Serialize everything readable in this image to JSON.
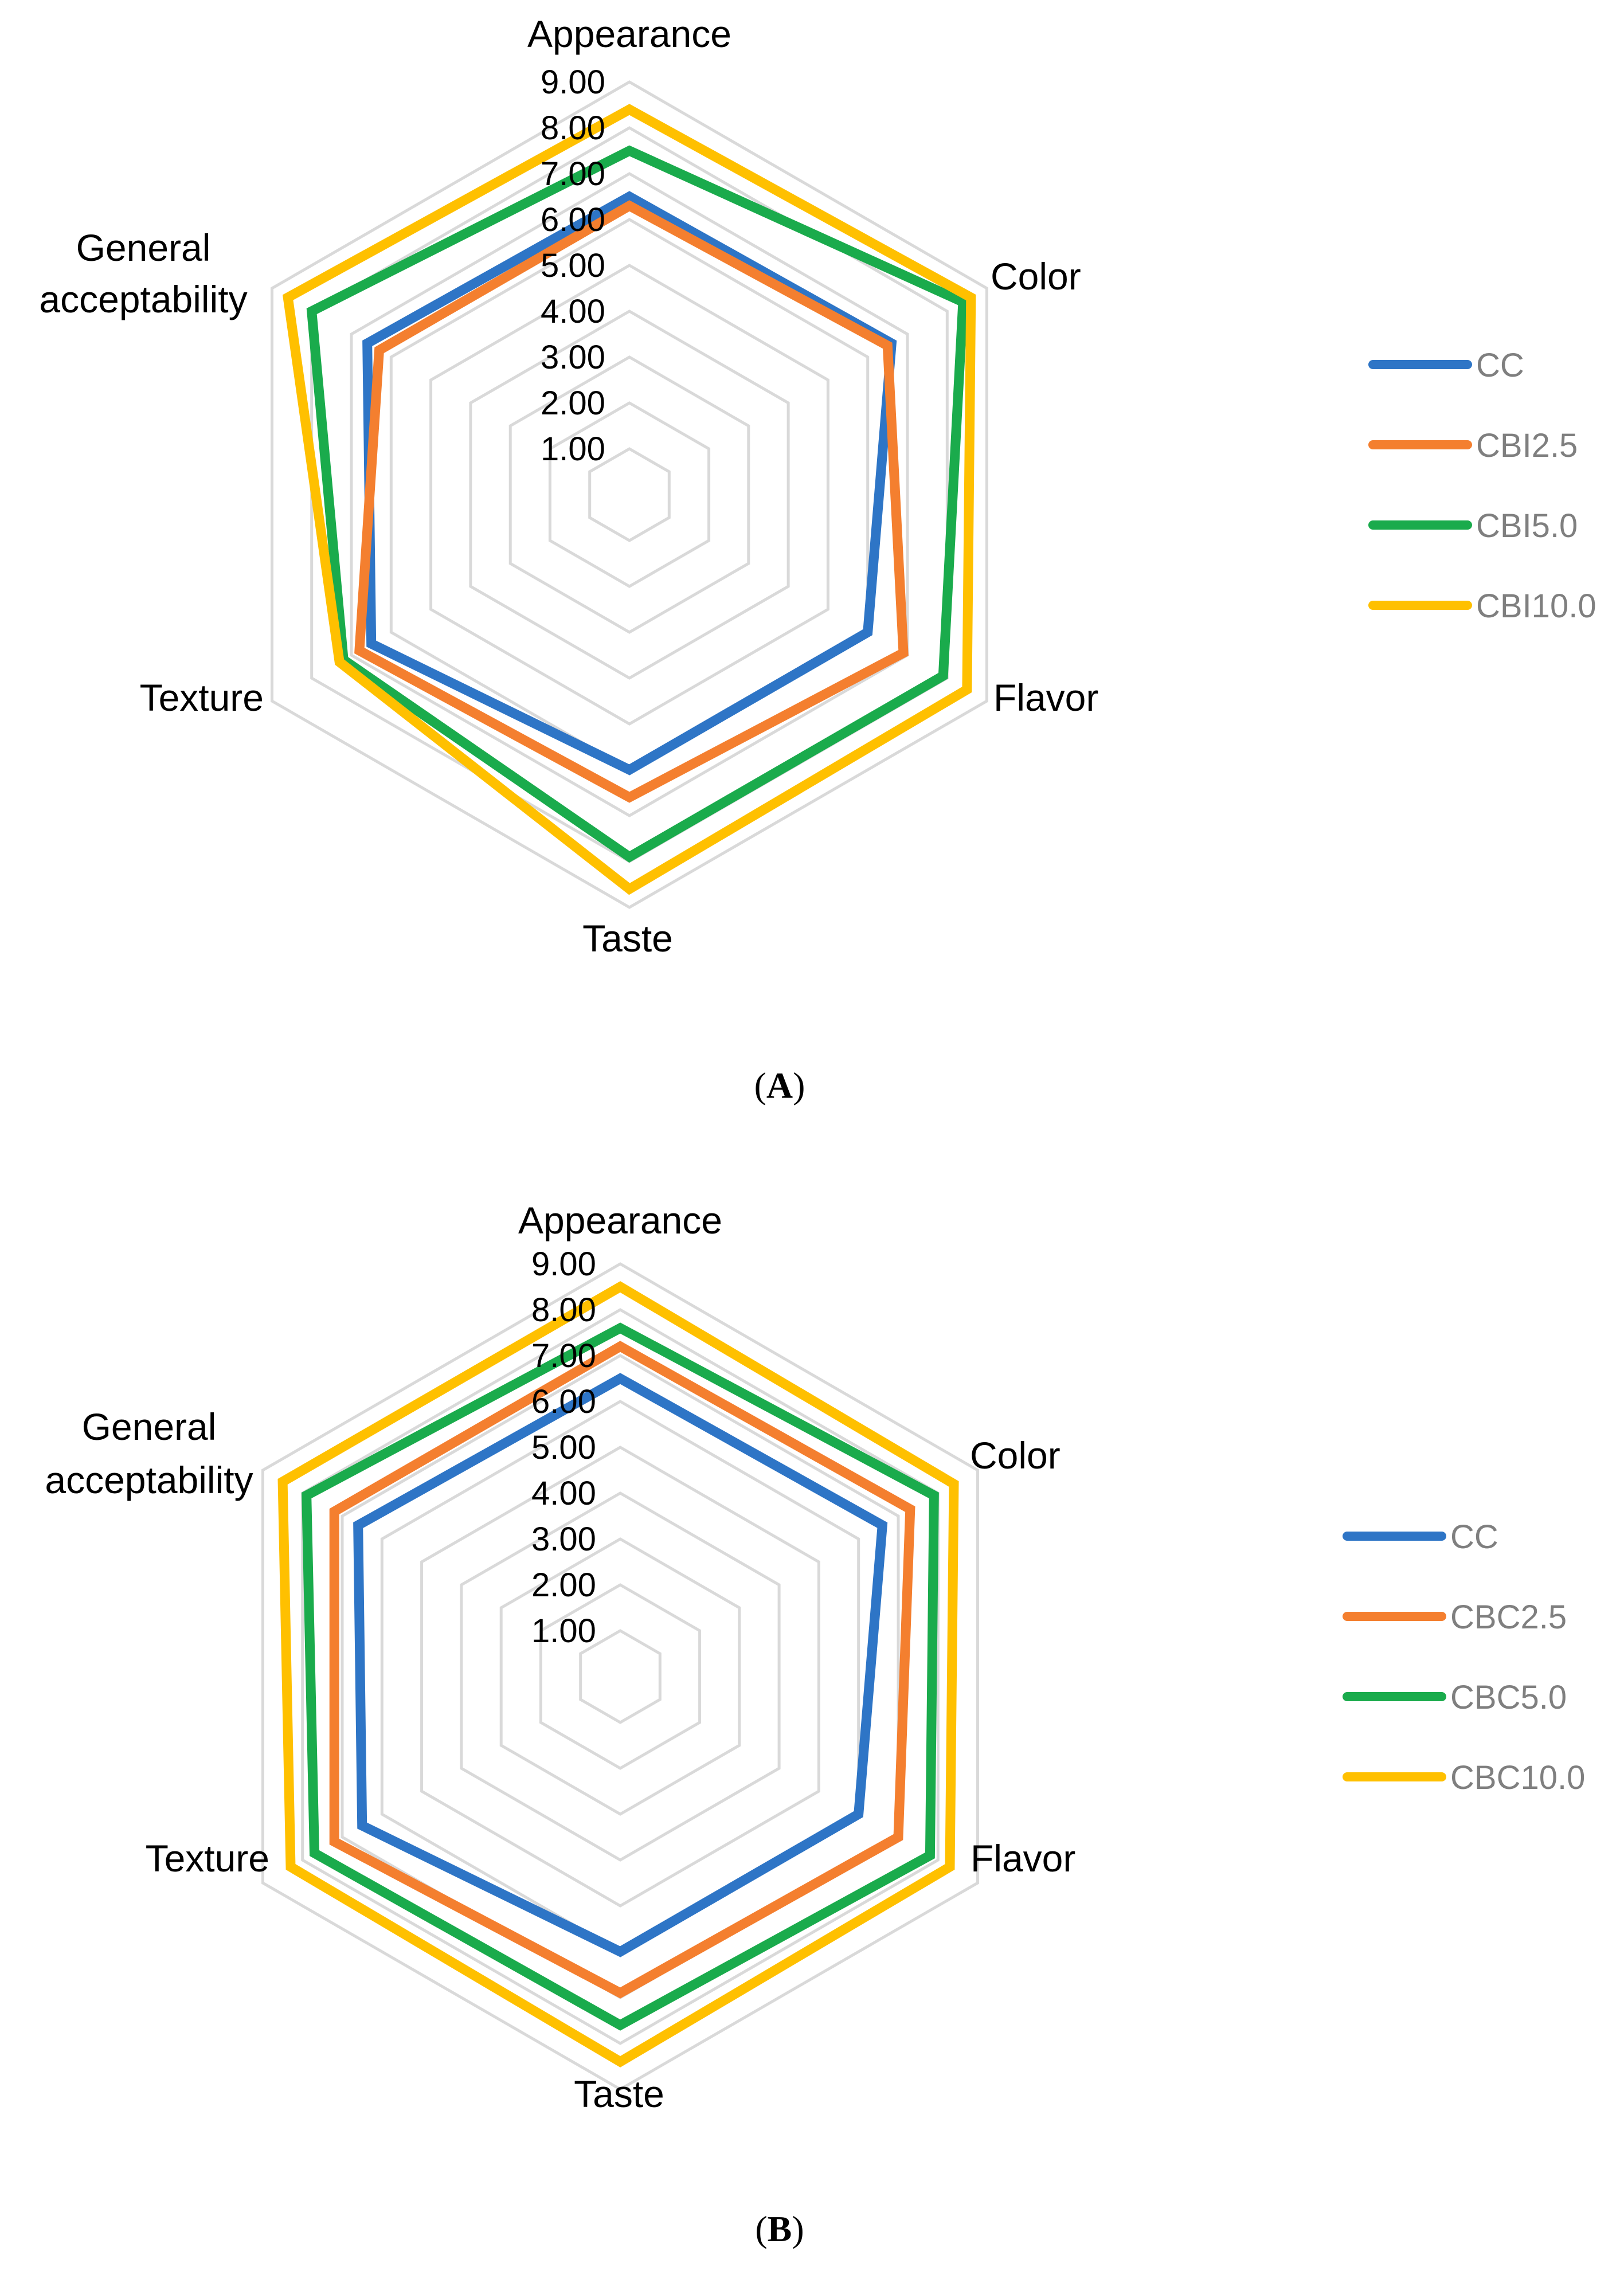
{
  "chart_data": [
    {
      "type": "radar",
      "panel_label": "A",
      "axes": [
        "Appearance",
        "Color",
        "Flavor",
        "Taste",
        "Texture",
        "General acceptability"
      ],
      "ticks": [
        "1.00",
        "2.00",
        "3.00",
        "4.00",
        "5.00",
        "6.00",
        "7.00",
        "8.00",
        "9.00"
      ],
      "rlim": [
        0,
        9
      ],
      "grid": true,
      "legend": "right",
      "series": [
        {
          "name": "CC",
          "color": "#2e75c6",
          "values": [
            6.5,
            6.6,
            6.0,
            6.0,
            6.5,
            6.6
          ]
        },
        {
          "name": "CBI2.5",
          "color": "#f47f2f",
          "values": [
            6.3,
            6.5,
            6.9,
            6.6,
            6.8,
            6.3
          ]
        },
        {
          "name": "CBI5.0",
          "color": "#1aab4c",
          "values": [
            7.5,
            8.4,
            7.9,
            7.9,
            7.2,
            8.0
          ]
        },
        {
          "name": "CBI10.0",
          "color": "#ffc000",
          "values": [
            8.4,
            8.6,
            8.5,
            8.6,
            7.3,
            8.6
          ]
        }
      ]
    },
    {
      "type": "radar",
      "panel_label": "B",
      "axes": [
        "Appearance",
        "Color",
        "Flavor",
        "Taste",
        "Texture",
        "General acceptability"
      ],
      "ticks": [
        "1.00",
        "2.00",
        "3.00",
        "4.00",
        "5.00",
        "6.00",
        "7.00",
        "8.00",
        "9.00"
      ],
      "rlim": [
        0,
        9
      ],
      "grid": true,
      "legend": "right",
      "series": [
        {
          "name": "CC",
          "color": "#2e75c6",
          "values": [
            6.5,
            6.6,
            6.0,
            6.0,
            6.5,
            6.6
          ]
        },
        {
          "name": "CBC2.5",
          "color": "#f47f2f",
          "values": [
            7.2,
            7.3,
            7.0,
            6.9,
            7.2,
            7.2
          ]
        },
        {
          "name": "CBC5.0",
          "color": "#1aab4c",
          "values": [
            7.6,
            7.9,
            7.8,
            7.6,
            7.7,
            7.9
          ]
        },
        {
          "name": "CBC10.0",
          "color": "#ffc000",
          "values": [
            8.5,
            8.4,
            8.3,
            8.4,
            8.3,
            8.5
          ]
        }
      ]
    }
  ]
}
